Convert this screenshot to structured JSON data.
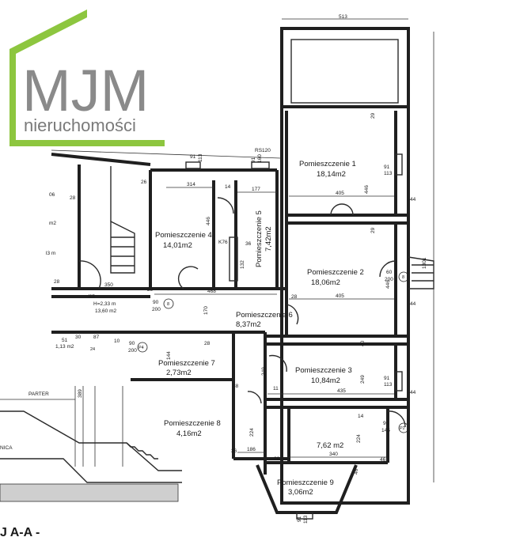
{
  "logo": {
    "brand": "MJM",
    "subtitle": "nieruchomości",
    "accent_color": "#8dc63f"
  },
  "rooms": [
    {
      "name": "Pomieszczenie 1",
      "area": "18,14m2"
    },
    {
      "name": "Pomieszczenie 2",
      "area": "18,06m2"
    },
    {
      "name": "Pomieszczenie 3",
      "area": "10,84m2"
    },
    {
      "name": "Pomieszczenie 4",
      "area": "14,01m2"
    },
    {
      "name": "Pomieszczenie 5",
      "area": "7,42m2"
    },
    {
      "name": "Pomieszczenie 6",
      "area": "8,37m2"
    },
    {
      "name": "Pomieszczenie 7",
      "area": "2,73m2"
    },
    {
      "name": "Pomieszczenie 8",
      "area": "4,16m2"
    },
    {
      "name": "Pomieszczenie 9",
      "area": "3,06m2"
    }
  ],
  "extra_area": "7,62 m2",
  "dimensions": {
    "top": "513",
    "right": "1301",
    "r1_w": "405",
    "r2_w": "405",
    "r3_w": "435",
    "r4_w": "314",
    "r5_w": "177",
    "low_w": "340",
    "r8_w": "186",
    "d468": "468",
    "d350": "350",
    "d29": "29",
    "d446": "446",
    "d40": "40",
    "d249": "249",
    "d44": "44",
    "d14": "14",
    "d224": "224",
    "d46": "46",
    "d36": "36",
    "d28": "28",
    "d26": "26",
    "d91": "91",
    "d113": "113",
    "d160": "160",
    "d170": "170",
    "d144": "144",
    "d132": "132",
    "d11": "11",
    "d38": "38",
    "d06": "06",
    "d30": "30",
    "d87": "87",
    "d10": "10",
    "d80": "80",
    "d60": "60",
    "d200": "200",
    "d90": "90",
    "d145": "145",
    "d389": "389",
    "d51": "51"
  },
  "markers": {
    "rs": "RS120",
    "k76": "K76",
    "p2": "P2",
    "p4": "P4",
    "m8": "8",
    "m8b": "8",
    "k1": "K/1"
  },
  "labels": {
    "parter": "PARTER",
    "nica": "NICA",
    "section": "J A-A -",
    "h_note": "H=2,33 m",
    "left_area": "13,60 m2",
    "left_area2": "1,13 m2",
    "frag_m2": "m2",
    "frag_13m": "l3 m",
    "frag_24": "24"
  }
}
